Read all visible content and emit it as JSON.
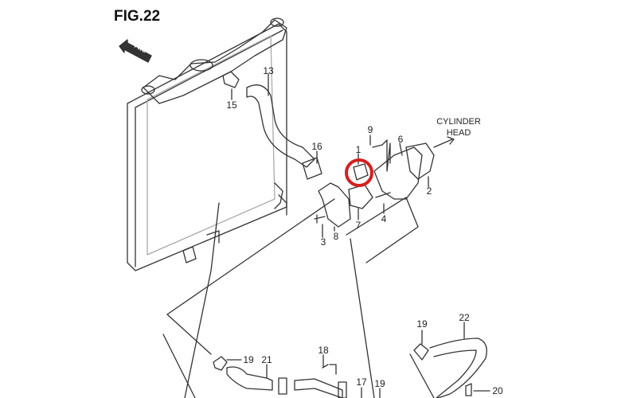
{
  "figure": {
    "title": "FIG.22",
    "fwd_label": "FWD"
  },
  "destination": {
    "line1": "CYLINDER",
    "line2": "HEAD"
  },
  "part_labels": {
    "p13": "13",
    "p15": "15",
    "p16": "16",
    "p9": "9",
    "p1": "1",
    "p6": "6",
    "p2": "2",
    "p4": "4",
    "p7": "7",
    "p8": "8",
    "p3": "3",
    "p19a": "19",
    "p22": "22",
    "p19b": "19",
    "p21": "21",
    "p18": "18",
    "p17": "17",
    "p19c": "19",
    "p20": "20"
  },
  "highlight": {
    "part": "1",
    "color": "#d42020"
  }
}
